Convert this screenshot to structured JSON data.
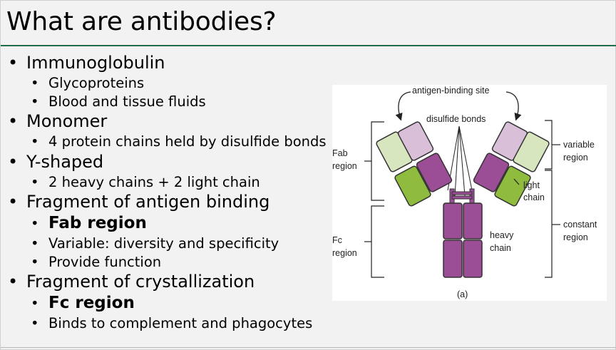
{
  "title": "What are antibodies?",
  "bullets": [
    {
      "text": "Immunoglobulin",
      "children": [
        {
          "text": "Glycoproteins"
        },
        {
          "text": "Blood and tissue fluids"
        }
      ]
    },
    {
      "text": "Monomer",
      "children": [
        {
          "text": "4 protein chains held by disulfide bonds"
        }
      ]
    },
    {
      "text": "Y-shaped",
      "children": [
        {
          "text": "2 heavy chains + 2 light chain"
        }
      ]
    },
    {
      "text": "Fragment of antigen binding",
      "children": [
        {
          "text": "Fab region",
          "bold": true
        },
        {
          "text": "Variable: diversity and specificity"
        },
        {
          "text": "Provide function"
        }
      ]
    },
    {
      "text": "Fragment of crystallization",
      "children": [
        {
          "text": "Fc region",
          "bold": true
        },
        {
          "text": "Binds to complement and phagocytes"
        }
      ]
    }
  ],
  "figure": {
    "antigen_binding_site": "antigen-binding site",
    "disulfide_bonds": "disulfide bonds",
    "fab_region": [
      "Fab",
      "region"
    ],
    "fc_region": [
      "Fc",
      "region"
    ],
    "variable_region": [
      "variable",
      "region"
    ],
    "constant_region": [
      "constant",
      "region"
    ],
    "light_chain": [
      "light",
      "chain"
    ],
    "heavy_chain": [
      "heavy",
      "chain"
    ],
    "panel_label": "(a)",
    "colors": {
      "heavy_chain": "#9b4d96",
      "heavy_chain_variable": "#d9bfd8",
      "light_chain": "#8fbb3f",
      "light_chain_variable": "#d8e6c0",
      "title_rule": "#1f6b4a"
    }
  }
}
